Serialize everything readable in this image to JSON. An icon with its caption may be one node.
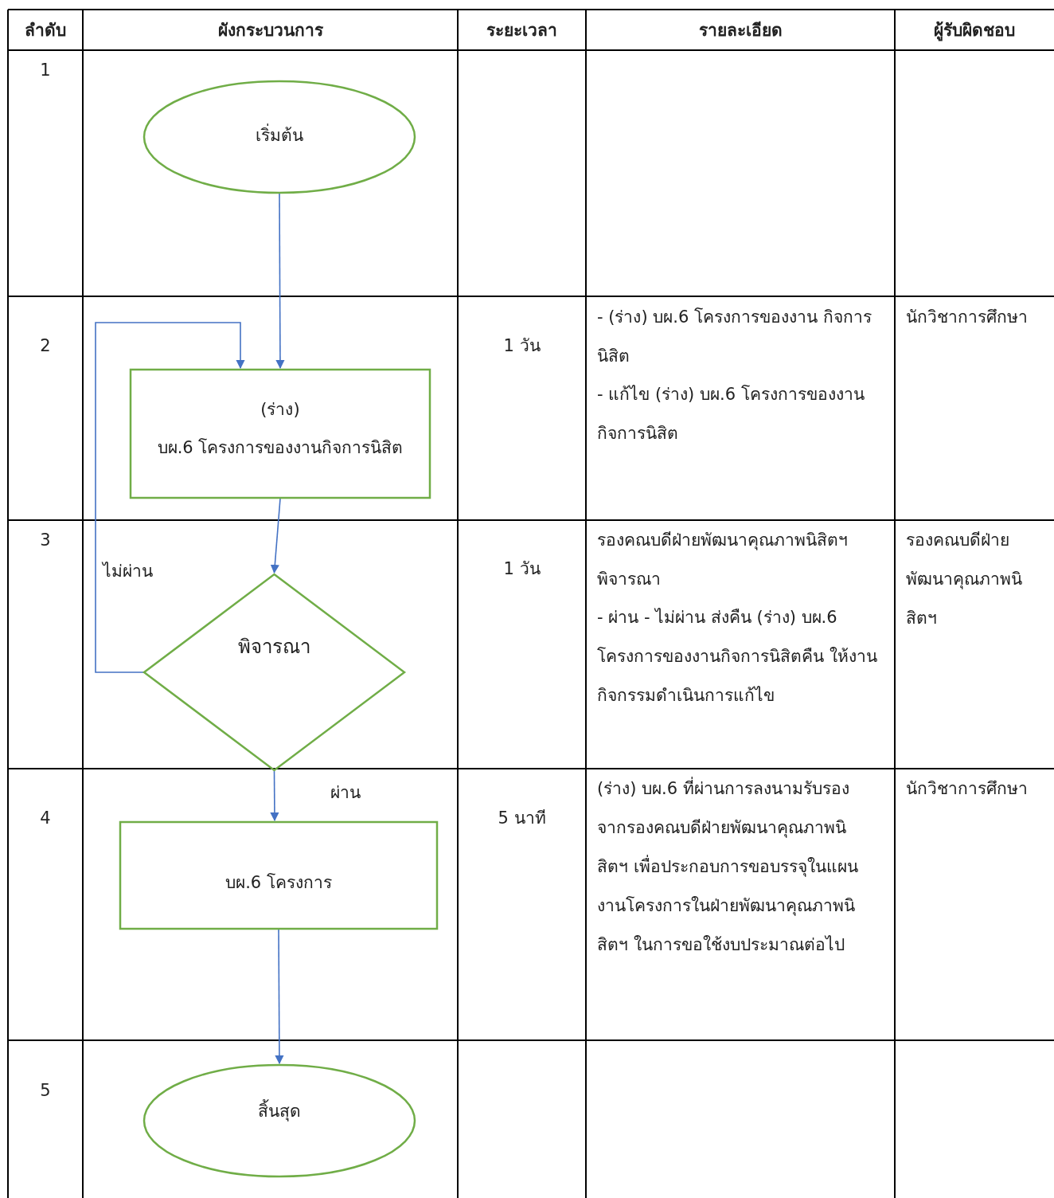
{
  "diagram": {
    "nodes": [
      {
        "text": [
          "เริ่มต้น"
        ]
      },
      {
        "text": [
          "(ร่าง)",
          "บผ.6 โครงการของงานกิจการนิสิต"
        ]
      },
      {
        "text": [
          "พิจารณา"
        ]
      },
      {
        "text": [
          "บผ.6 โครงการ"
        ]
      },
      {
        "text": [
          "สิ้นสุด"
        ]
      }
    ],
    "edges": [
      {
        "from": 0,
        "to": 1,
        "arrow": "to"
      },
      {
        "from": 1,
        "to": 2,
        "arrow": "to"
      },
      {
        "from": 2,
        "to": 1,
        "arrow": "to",
        "label": "ไม่ผ่าน"
      },
      {
        "from": 2,
        "to": 3,
        "arrow": "to",
        "label": "ผ่าน"
      },
      {
        "from": 3,
        "to": 4,
        "arrow": "to"
      }
    ],
    "labels": [
      "ลำดับ",
      "ผังกระบวนการ",
      "ระยะเวลา",
      "รายละเอียด",
      "ผู้รับผิดชอบ",
      "1",
      "2",
      "1 วัน",
      "- (ร่าง) บผ.6 โครงการของงาน กิจการนิสิต",
      "- แก้ไข (ร่าง) บผ.6 โครงการของงาน กิจการนิสิต",
      "นักวิชาการศึกษา",
      "3",
      "1 วัน",
      "รองคณบดีฝ่ายพัฒนาคุณภาพนิสิตฯ พิจารณา",
      "- ผ่าน - ไม่ผ่าน ส่งคืน (ร่าง) บผ.6 โครงการของงานกิจการนิสิตคืน ให้งานกิจกรรมดำเนินการแก้ไข",
      "รองคณบดีฝ่ายพัฒนาคุณภาพนิสิตฯ",
      "4",
      "5 นาที",
      "(ร่าง) บผ.6 ที่ผ่านการลงนามรับรองจากรองคณบดีฝ่ายพัฒนาคุณภาพนิสิตฯ เพื่อประกอบการขอบรรจุในแผนงานโครงการในฝ่ายพัฒนาคุณภาพนิสิตฯ ในการขอใช้งบประมาณต่อไป",
      "นักวิชาการศึกษา",
      "5"
    ]
  }
}
